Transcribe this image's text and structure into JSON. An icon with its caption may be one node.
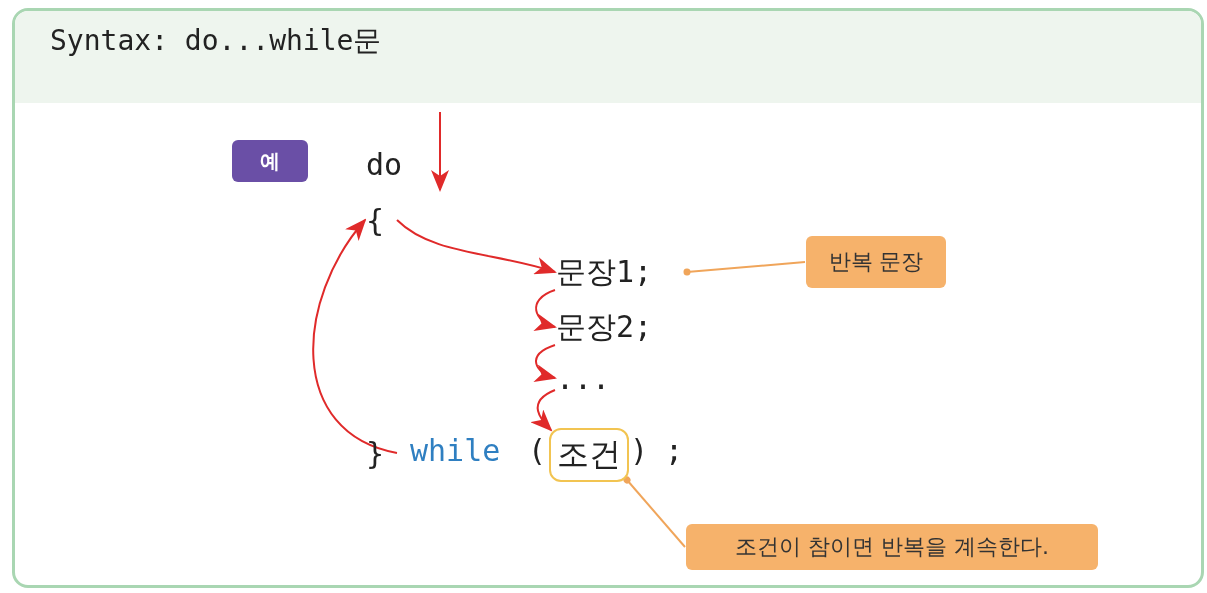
{
  "diagram": {
    "title": "Syntax: do...while문",
    "nodes": [
      {
        "text": [
          "예"
        ]
      },
      {
        "text": [
          "do"
        ]
      },
      {
        "text": [
          "{"
        ]
      },
      {
        "text": [
          "문장1;"
        ]
      },
      {
        "text": [
          "문장2;"
        ]
      },
      {
        "text": [
          "..."
        ]
      },
      {
        "text": [
          "}"
        ]
      },
      {
        "text": [
          "조건"
        ]
      },
      {
        "text": [
          "반복 문장"
        ]
      },
      {
        "text": [
          "조건이 참이면 반복을 계속한다."
        ]
      }
    ],
    "edges": [
      {
        "from": 2,
        "to": 3,
        "arrow": "to"
      },
      {
        "from": 3,
        "to": 4,
        "arrow": "to"
      },
      {
        "from": 4,
        "to": 5,
        "arrow": "to"
      },
      {
        "from": 5,
        "to": 7,
        "arrow": "to"
      },
      {
        "from": 6,
        "to": 2,
        "arrow": "to"
      },
      {
        "from": 8,
        "to": 3,
        "arrow": "other",
        "color": "#f0a55a"
      },
      {
        "from": 9,
        "to": 7,
        "arrow": "other",
        "color": "#f0a55a"
      }
    ],
    "labels": [
      "while",
      "(",
      ")",
      ";"
    ]
  }
}
